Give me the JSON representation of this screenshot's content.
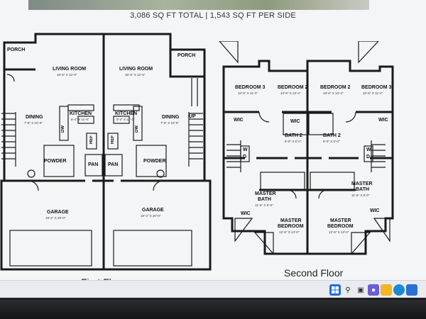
{
  "header": {
    "sqft_text": "3,086 SQ FT TOTAL | 1,543 SQ FT PER SIDE"
  },
  "first_floor": {
    "title": "First Floor",
    "rooms": {
      "porch_left": "PORCH",
      "porch_right": "PORCH",
      "living_left": "LIVING ROOM",
      "living_left_dim": "16'-6\" X 12'-0\"",
      "living_right": "LIVING ROOM",
      "living_right_dim": "16'-6\" X 12'-0\"",
      "dining_left": "DINING",
      "dining_left_dim": "7'-8\" X 10'-0\"",
      "dining_right": "DINING",
      "dining_right_dim": "7'-8\" X 10'-0\"",
      "kitchen_left": "KITCHEN",
      "kitchen_left_dim": "8'-4\" X 11'-0\"",
      "kitchen_right": "KITCHEN",
      "kitchen_right_dim": "8'-4\" X 11'-0\"",
      "dw_left": "DW",
      "dw_right": "DW",
      "ref_left": "REF",
      "ref_right": "REF",
      "pan_left": "PAN",
      "pan_right": "PAN",
      "powder_left": "POWDER",
      "powder_right": "POWDER",
      "up": "UP",
      "garage_left": "GARAGE",
      "garage_left_dim": "19'-2\" X 20'-0\"",
      "garage_right": "GARAGE",
      "garage_right_dim": "19'-2\" X 20'-0\""
    }
  },
  "second_floor": {
    "title": "Second Floor",
    "rooms": {
      "bed3_left": "BEDROOM 3",
      "bed3_left_dim": "10'-6\" X 11'-4\"",
      "bed2_left": "BEDROOM 2",
      "bed2_left_dim": "10'-6\" X 13'-4\"",
      "bed2_right": "BEDROOM 2",
      "bed2_right_dim": "10'-6\" X 13'-4\"",
      "bed3_right": "BEDROOM 3",
      "bed3_right_dim": "10'-6\" X 11'-4\"",
      "wic_1": "WIC",
      "wic_2": "WIC",
      "wic_3": "WIC",
      "wic_4": "WIC",
      "wic_5": "WIC",
      "bath2_left": "BATH 2",
      "bath2_left_dim": "9'-0\" X 5'-0\"",
      "bath2_right": "BATH 2",
      "bath2_right_dim": "9'-0\" X 5'-0\"",
      "w_left": "W",
      "d_left": "D",
      "w_right": "W",
      "d_right": "D",
      "master_bath_left_1": "MASTER",
      "master_bath_left_2": "BATH",
      "master_bath_left_dim": "11'-6\" X 6'-0\"",
      "master_bath_right_1": "MASTER",
      "master_bath_right_2": "BATH",
      "master_bath_right_dim": "11'-6\" X 6'-0\"",
      "master_bed_left_1": "MASTER",
      "master_bed_left_2": "BEDROOM",
      "master_bed_left_dim": "12'-6\" X 13'-0\"",
      "master_bed_right_1": "MASTER",
      "master_bed_right_2": "BEDROOM",
      "master_bed_right_dim": "12'-6\" X 13'-0\""
    }
  },
  "taskbar": {
    "icons": [
      "windows-start-icon",
      "search-icon",
      "task-view-icon",
      "chat-icon",
      "file-explorer-icon",
      "edge-browser-icon",
      "store-icon",
      "zoom-icon"
    ],
    "colors": {
      "start": "#1f6fd6",
      "explorer": "#f2b622",
      "edge": "#1b8bd1",
      "store": "#2a6fd6",
      "zoom": "#2d8cff"
    }
  }
}
